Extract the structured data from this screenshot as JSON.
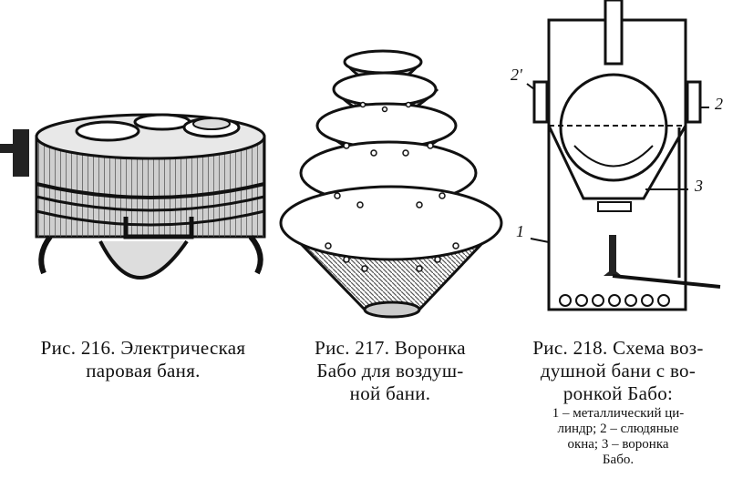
{
  "figures": {
    "fig216": {
      "caption_line1": "Рис. 216. Электрическая",
      "caption_line2": "паровая баня."
    },
    "fig217": {
      "caption_line1": "Рис.  217.  Воронка",
      "caption_line2": "Бабо  для  воздуш-",
      "caption_line3": "ной бани."
    },
    "fig218": {
      "caption_line1": "Рис. 218. Схема воз-",
      "caption_line2": "душной бани с во-",
      "caption_line3": "ронкой Бабо:",
      "legend_line1": "1 – металлический ци-",
      "legend_line2": "линдр;      2 – слюдяные",
      "legend_line3": "окна;         3 – воронка",
      "legend_line4": "Бабо.",
      "label_1": "1",
      "label_2": "2",
      "label_2prime": "2'",
      "label_3": "3"
    }
  }
}
